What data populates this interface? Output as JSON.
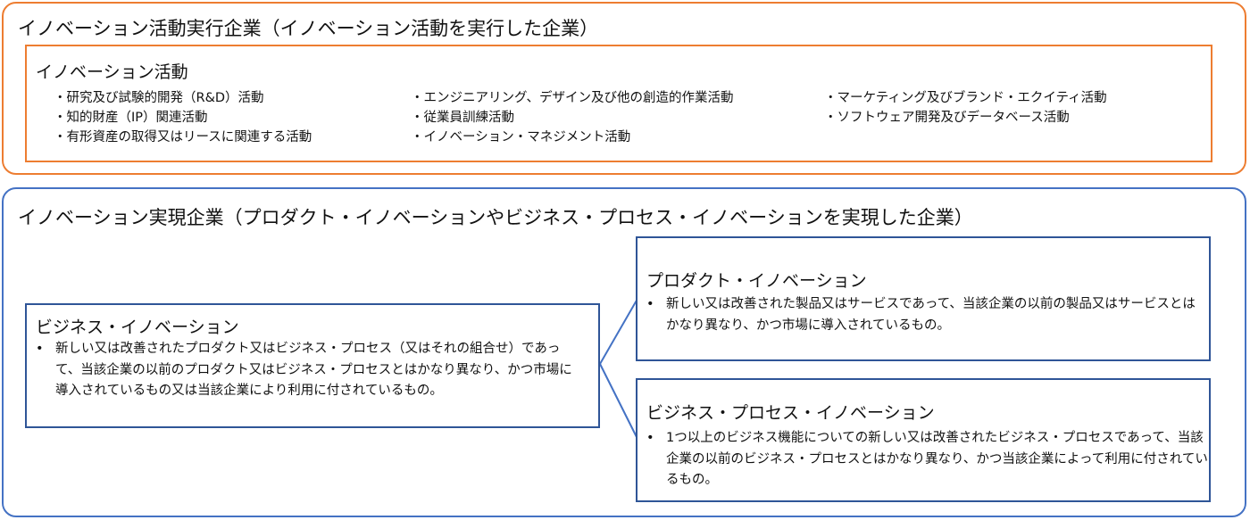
{
  "execution": {
    "title": "イノベーション活動実行企業（イノベーション活動を実行した企業）",
    "activities_heading": "イノベーション活動",
    "bullet": "・",
    "columns": [
      [
        "研究及び試験的開発（R&D）活動",
        "知的財産（IP）関連活動",
        "有形資産の取得又はリースに関連する活動"
      ],
      [
        "エンジニアリング、デザイン及び他の創造的作業活動",
        "従業員訓練活動",
        "イノベーション・マネジメント活動"
      ],
      [
        "マーケティング及びブランド・エクイティ活動",
        "ソフトウェア開発及びデータベース活動"
      ]
    ]
  },
  "realization": {
    "title": "イノベーション実現企業（プロダクト・イノベーションやビジネス・プロセス・イノベーションを実現した企業）",
    "bullet": "•",
    "business_innovation": {
      "heading": "ビジネス・イノベーション",
      "text": "新しい又は改善されたプロダクト又はビジネス・プロセス（又はそれの組合せ）であって、当該企業の以前のプロダクト又はビジネス・プロセスとはかなり異なり、かつ市場に導入されているもの又は当該企業により利用に付されているもの。"
    },
    "product_innovation": {
      "heading": "プロダクト・イノベーション",
      "text": "新しい又は改善された製品又はサービスであって、当該企業の以前の製品又はサービスとはかなり異なり、かつ市場に導入されているもの。"
    },
    "process_innovation": {
      "heading": "ビジネス・プロセス・イノベーション",
      "text": "1つ以上のビジネス機能についての新しい又は改善されたビジネス・プロセスであって、当該企業の以前のビジネス・プロセスとはかなり異なり、かつ当該企業によって利用に付されているもの。"
    },
    "colors": {
      "orange": "#ED7D31",
      "blue": "#4472C4",
      "box_blue": "#2F5597"
    }
  }
}
